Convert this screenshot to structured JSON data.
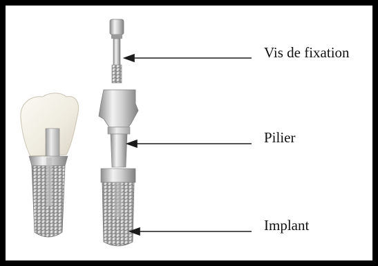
{
  "figure": {
    "labels": {
      "screw": "Vis de fixation",
      "abutment": "Pilier",
      "implant": "Implant"
    },
    "colors": {
      "frame": "#000000",
      "metal_light": "#e6e6e6",
      "metal_mid": "#b9b9b9",
      "metal_dark": "#8f8f8f",
      "crown": "#f2efe6",
      "arrow": "#1a1a1a"
    }
  }
}
